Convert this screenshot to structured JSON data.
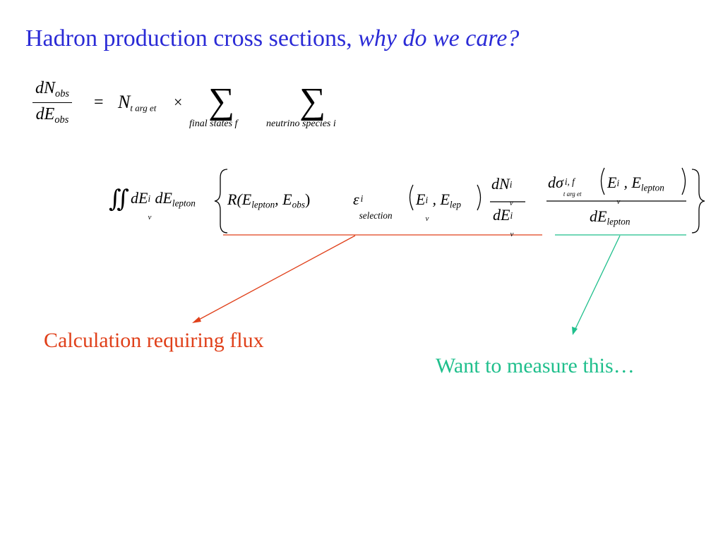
{
  "title": {
    "main": "Hadron production cross sections,",
    "emph": "why do we care?"
  },
  "equation1": {
    "lhs_num": "dN",
    "lhs_num_sub": "obs",
    "lhs_den": "dE",
    "lhs_den_sub": "obs",
    "equals": "=",
    "n_symbol": "N",
    "n_sub": "t arg et",
    "times": "×",
    "sum1_symbol": "∑",
    "sum1_label": "final states f",
    "sum2_symbol": "∑",
    "sum2_label": "neutrino species   i"
  },
  "equation2": {
    "integral": "∬",
    "text_integrand": "dE",
    "text_integrand_sup": "i",
    "text_integrand_sub": "ν",
    "text_dElepton": "dE",
    "text_dElepton_sub": "lepton",
    "R_expr": "R(E",
    "R_sub1": "lepton",
    "R_mid": ", E",
    "R_sub2": "obs",
    "R_close": ")",
    "eps": "ε",
    "eps_sup": "i",
    "eps_sub": "selection",
    "eps_args_open": "E",
    "eps_args_sup": "i",
    "eps_args_sub": "ν",
    "eps_args_mid": ", E",
    "eps_args_sub2": "lep",
    "flux_num": "dN",
    "flux_num_sup": "i",
    "flux_num_sub": "ν",
    "flux_den": "dE",
    "flux_den_sup": "i",
    "flux_den_sub": "ν",
    "xs_num": "dσ",
    "xs_num_sup": "i, f",
    "xs_num_sub": "t arg et",
    "xs_arg1": "E",
    "xs_arg1_sup": "i",
    "xs_arg1_sub": "ν",
    "xs_arg2": ", E",
    "xs_arg2_sub": "lepton",
    "xs_den": "dE",
    "xs_den_sub": "lepton"
  },
  "annotations": {
    "red_label": "Calculation requiring flux",
    "green_label": "Want to measure this…",
    "red_color": "#e0401a",
    "green_color": "#1fbf8c",
    "title_color": "#2b2bd6"
  }
}
